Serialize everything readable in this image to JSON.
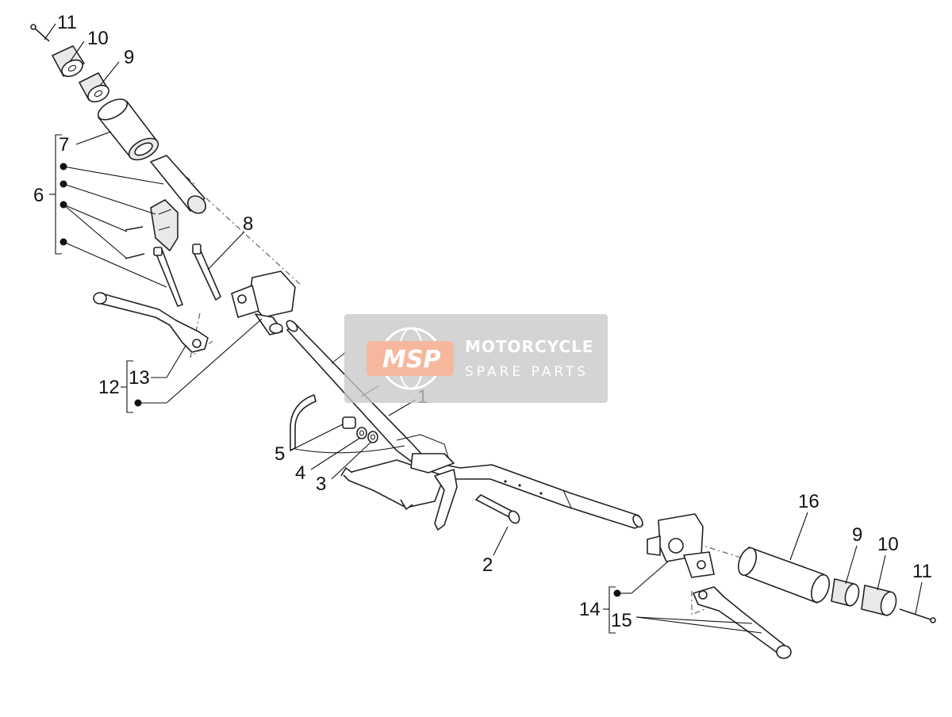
{
  "watermark": {
    "logo": "MSP",
    "line1": "MOTORCYCLE",
    "line2": "SPARE PARTS",
    "accent_color": "#f4a582",
    "box_color": "#c8c8c8"
  },
  "callouts": {
    "n1": "1",
    "n2": "2",
    "n3": "3",
    "n4": "4",
    "n5": "5",
    "n6": "6",
    "n7": "7",
    "n8": "8",
    "n9_top": "9",
    "n9_bottom": "9",
    "n10_top": "10",
    "n10_bottom": "10",
    "n11_top": "11",
    "n11_bottom": "11",
    "n12": "12",
    "n13": "13",
    "n14": "14",
    "n15": "15",
    "n16": "16"
  }
}
